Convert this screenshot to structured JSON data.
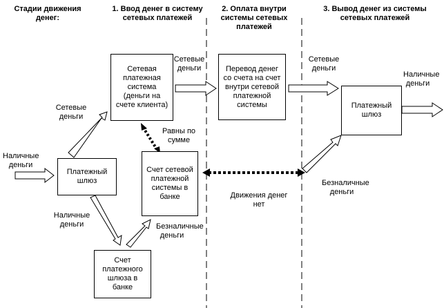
{
  "headers": {
    "stages": "Стадии движения денег:",
    "col1": "1. Ввод денег в систему сетевых платежей",
    "col2": "2. Оплата внутри системы сетевых платежей",
    "col3": "3. Вывод денег из системы сетевых платежей"
  },
  "boxes": {
    "network_system": "Сетевая платежная система (деньги на счете клиента)",
    "gateway_left": "Платежный шлюз",
    "network_account": "Счет сетевой платежной системы в банке",
    "gateway_account": "Счет платежного шлюза в банке",
    "transfer": "Перевод денег со счета на счет внутри сетевой платежной системы",
    "gateway_right": "Платежный шлюз"
  },
  "labels": {
    "cash_in": "Наличные деньги",
    "network_money_up": "Сетевые деньги",
    "cash_down": "Наличные деньги",
    "noncash_up": "Безналичные деньги",
    "equal_sum": "Равны по сумме",
    "network_money_1": "Сетевые деньги",
    "network_money_2": "Сетевые деньги",
    "no_money_movement": "Движения денег нет",
    "noncash_right": "Безналичные деньги",
    "cash_out": "Наличные деньги"
  }
}
